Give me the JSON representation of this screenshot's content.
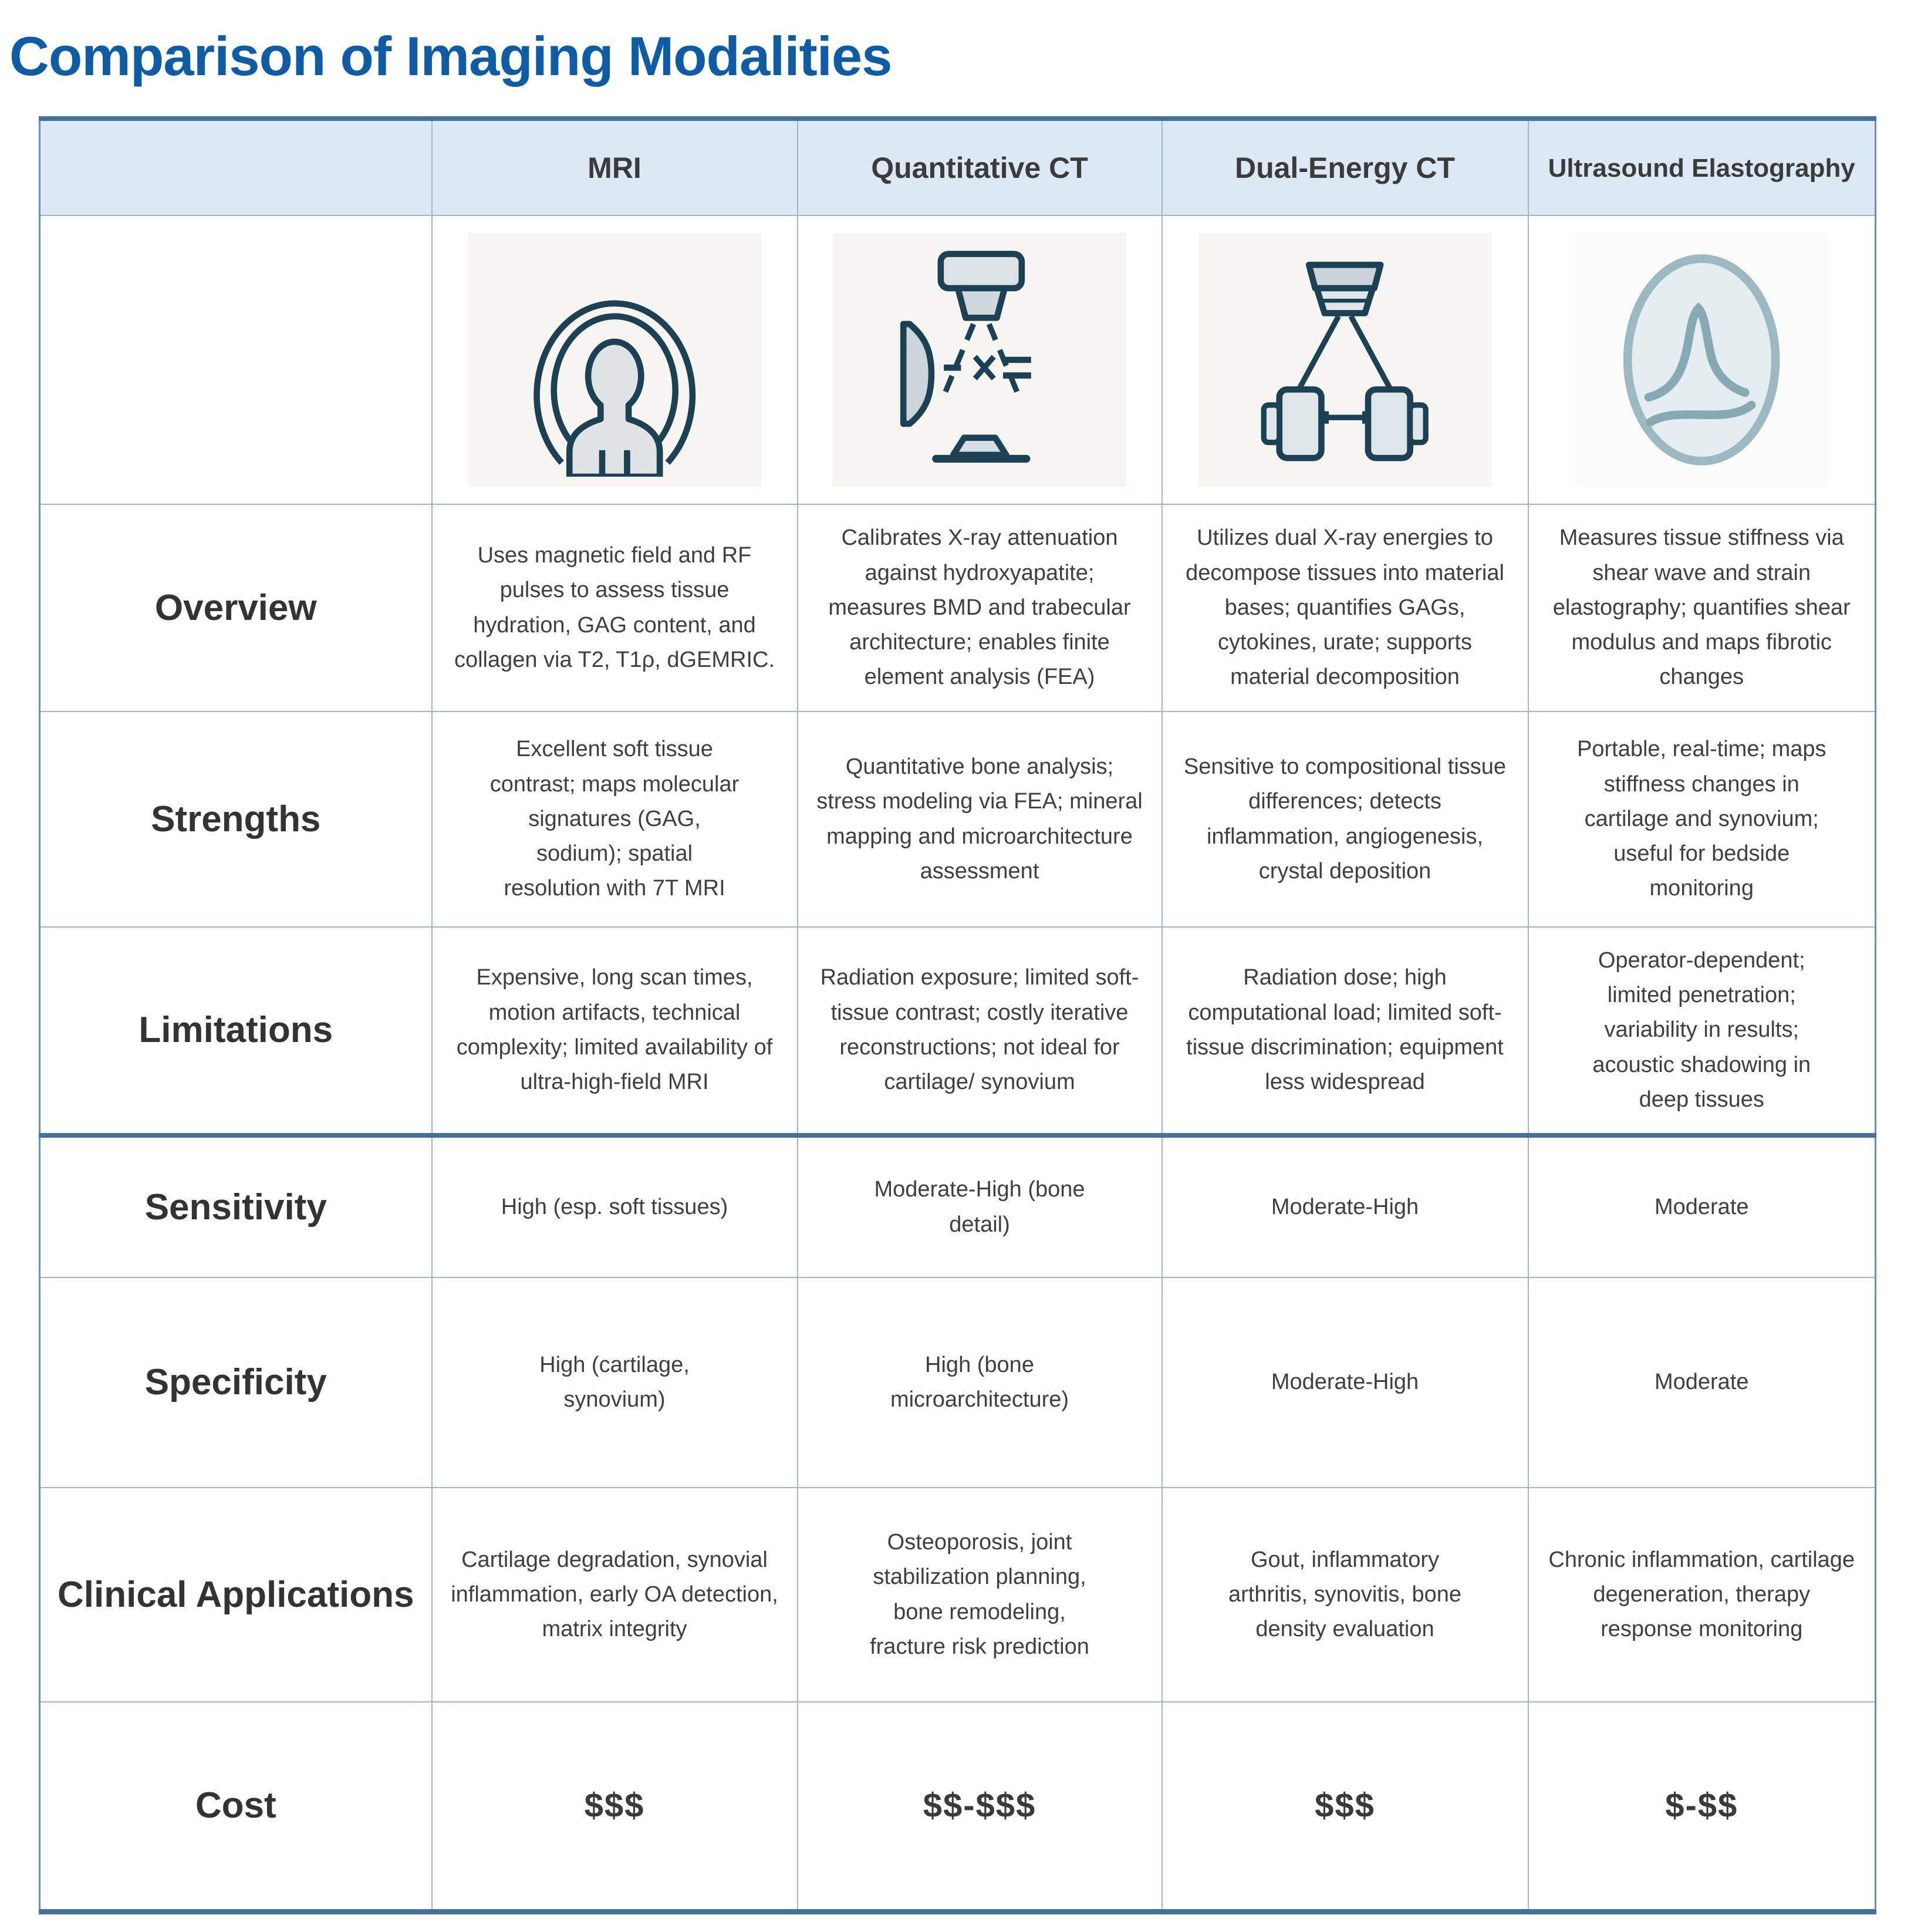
{
  "title": "Comparison of Imaging Modalities",
  "colors": {
    "title_blue": "#0e5ca6",
    "header_bg": "#dce9f5",
    "thick_border": "#44719c",
    "thin_border": "#9db7ce",
    "icon_stroke": "#1c4054",
    "ultrasound_stroke": "#8fb0ba"
  },
  "icons": [
    {
      "name": "mri-icon",
      "depicts": "person silhouette inside magnetic field arcs"
    },
    {
      "name": "quantitative-ct-icon",
      "depicts": "x-ray tube with dashed beams, x= symbols and curved detector"
    },
    {
      "name": "dual-energy-ct-icon",
      "depicts": "x-ray source splitting into two detector boxes"
    },
    {
      "name": "ultrasound-elastography-icon",
      "depicts": "ellipse with shear-wave peak curve"
    }
  ],
  "table": {
    "columns": [
      "",
      "MRI",
      "Quantitative CT",
      "Dual-Energy CT",
      "Ultrasound Elastography"
    ],
    "rows": [
      {
        "label": "Overview",
        "cells": [
          "Uses magnetic field and RF pulses to assess tissue hydration, GAG content, and collagen via T2, T1ρ, dGEMRIC.",
          "Calibrates X-ray attenuation against hydroxyapatite; measures BMD and trabecular architecture; enables finite element analysis (FEA)",
          "Utilizes dual X-ray energies to decompose tissues into material bases; quantifies GAGs, cytokines, urate; supports material decomposition",
          "Measures tissue stiffness via shear wave and strain elastography; quantifies shear modulus and maps fibrotic changes"
        ]
      },
      {
        "label": "Strengths",
        "cells": [
          "Excellent soft tissue contrast; maps molecular signatures (GAG, sodium); spatial resolution with 7T MRI",
          "Quantitative bone analysis; stress modeling via FEA; mineral mapping and microarchitecture assessment",
          "Sensitive to compositional tissue differences; detects inflammation, angiogenesis, crystal deposition",
          "Portable, real-time; maps stiffness changes in cartilage and synovium; useful for bedside monitoring"
        ]
      },
      {
        "label": "Limitations",
        "cells": [
          "Expensive, long scan times, motion artifacts, technical complexity; limited availability of ultra-high-field MRI",
          "Radiation exposure; limited soft-tissue contrast; costly iterative reconstructions; not ideal for cartilage/ synovium",
          "Radiation dose; high computational load; limited soft-tissue discrimination; equipment less widespread",
          "Operator-dependent; limited penetration; variability in results; acoustic shadowing in deep tissues"
        ]
      },
      {
        "label": "Sensitivity",
        "cells": [
          "High (esp. soft tissues)",
          "Moderate-High (bone detail)",
          "Moderate-High",
          "Moderate"
        ]
      },
      {
        "label": "Specificity",
        "cells": [
          "High (cartilage, synovium)",
          "High (bone microarchitecture)",
          "Moderate-High",
          "Moderate"
        ]
      },
      {
        "label": "Clinical Applications",
        "cells": [
          "Cartilage degradation, synovial inflammation, early OA detection, matrix integrity",
          "Osteoporosis, joint stabilization planning, bone remodeling, fracture risk prediction",
          "Gout, inflammatory arthritis, synovitis, bone density evaluation",
          "Chronic inflammation, cartilage degeneration, therapy response monitoring"
        ]
      },
      {
        "label": "Cost",
        "cells": [
          "$$$",
          "$$-$$$",
          "$$$",
          "$-$$"
        ]
      }
    ]
  }
}
